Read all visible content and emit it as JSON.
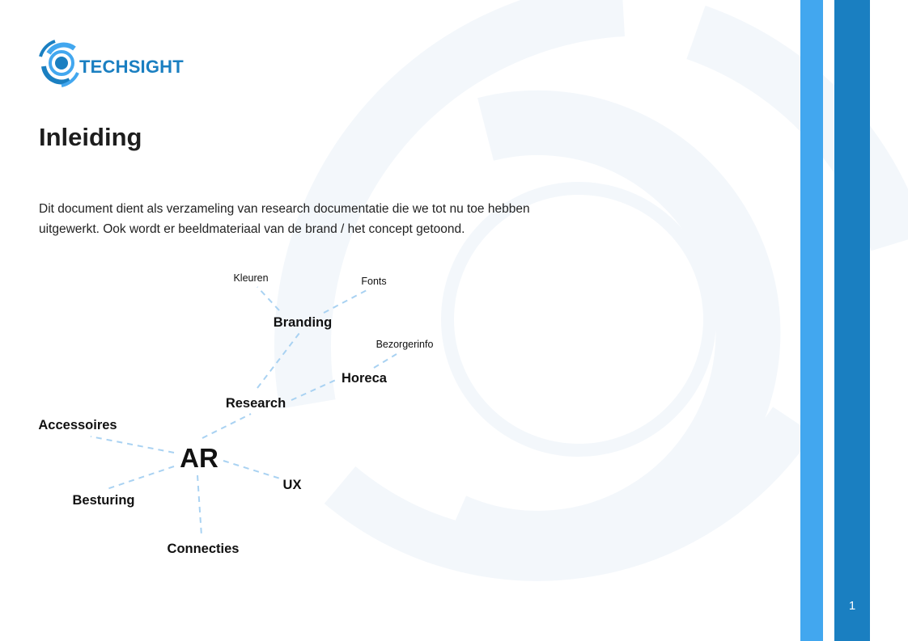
{
  "header": {
    "logo_text": "TECHSIGHT"
  },
  "page": {
    "title": "Inleiding",
    "intro": "Dit document dient als verzameling van research documentatie die we tot nu toe hebben uitgewerkt. Ook wordt er beeldmateriaal van de brand / het concept getoond.",
    "page_number": "1"
  },
  "colors": {
    "brand_blue": "#1a7fc1",
    "light_blue": "#42a7ef",
    "line_blue": "#a9d2f2",
    "watermark": "#f4f8fc"
  },
  "mindmap": {
    "center": "AR",
    "nodes": {
      "research": "Research",
      "branding": "Branding",
      "kleuren": "Kleuren",
      "fonts": "Fonts",
      "horeca": "Horeca",
      "bezorgerinfo": "Bezorgerinfo",
      "accessoires": "Accessoires",
      "besturing": "Besturing",
      "connecties": "Connecties",
      "ux": "UX"
    }
  }
}
